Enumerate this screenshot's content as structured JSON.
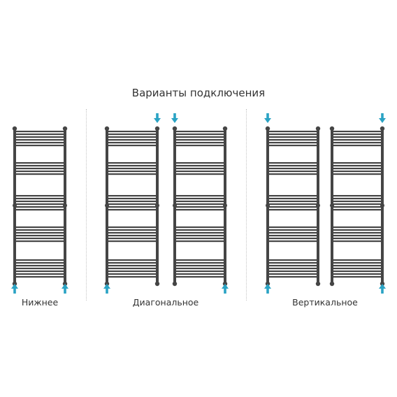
{
  "title": "Варианты подключения",
  "groups": [
    {
      "label": "Нижнее"
    },
    {
      "label": "Диагональное"
    },
    {
      "label": "Вертикальное"
    }
  ],
  "colors": {
    "rail": "#454545",
    "arrow": "#2aa3c4",
    "divider": "#c4c4c4",
    "text": "#333333"
  }
}
